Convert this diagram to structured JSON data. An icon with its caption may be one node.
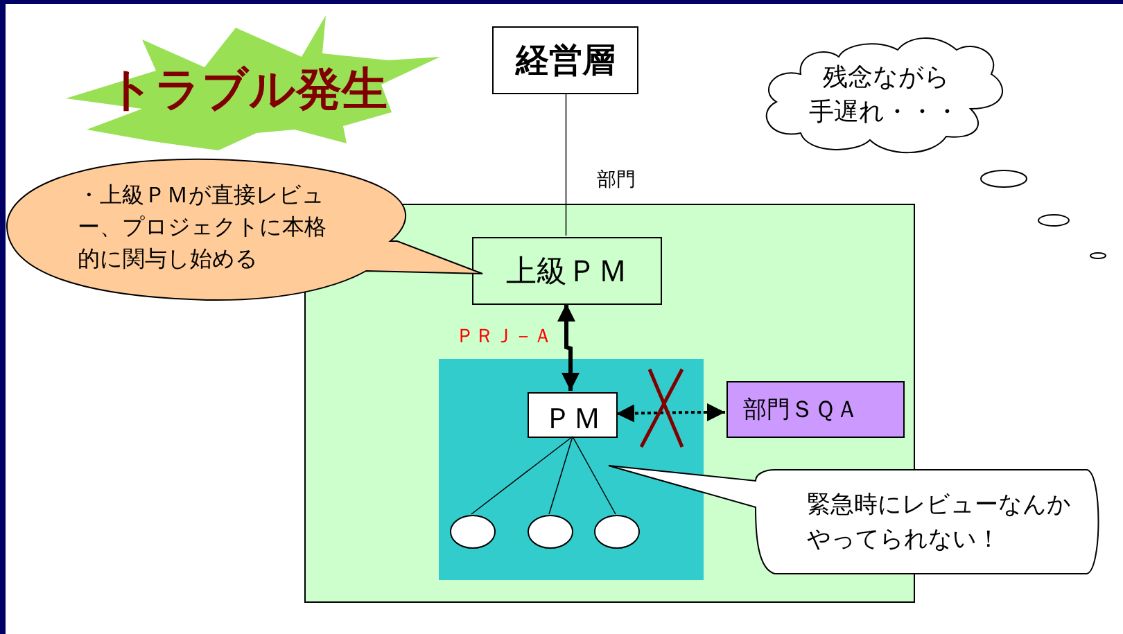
{
  "diagram": {
    "nodes": [
      {
        "text": [
          "トラブル発生"
        ]
      },
      {
        "text": [
          "経営層"
        ]
      },
      {
        "text": [
          "残念ながら手遅れ・・・"
        ]
      },
      {
        "text": [
          "部門"
        ]
      },
      {
        "text": [
          "・上級ＰＭが直接レビュー、プロジェクトに本格的に関与し始める"
        ]
      },
      {
        "text": [
          "上級ＰＭ"
        ],
        "in": 3
      },
      {
        "text": [
          "ＰＲＪ－Ａ"
        ],
        "in": 3
      },
      {
        "text": [
          "ＰＭ"
        ],
        "in": 6
      },
      {
        "text": [
          "部門ＳＱＡ"
        ],
        "in": 3
      },
      {
        "text": [],
        "shape": "circle",
        "in": 6
      },
      {
        "text": [],
        "shape": "circle",
        "in": 6
      },
      {
        "text": [],
        "shape": "circle",
        "in": 6
      },
      {
        "text": [
          "緊急時にレビューなんかやってられない！"
        ]
      }
    ],
    "edges": [
      {
        "from": 1,
        "to": 5,
        "arrow": "none"
      },
      {
        "from": 5,
        "to": 7,
        "arrow": "both",
        "style": "thick"
      },
      {
        "from": 7,
        "to": 8,
        "arrow": "both",
        "style": "dashed"
      },
      {
        "from": 7,
        "to": 9,
        "arrow": "none"
      },
      {
        "from": 7,
        "to": 10,
        "arrow": "none"
      },
      {
        "from": 7,
        "to": 11,
        "arrow": "none"
      }
    ]
  }
}
